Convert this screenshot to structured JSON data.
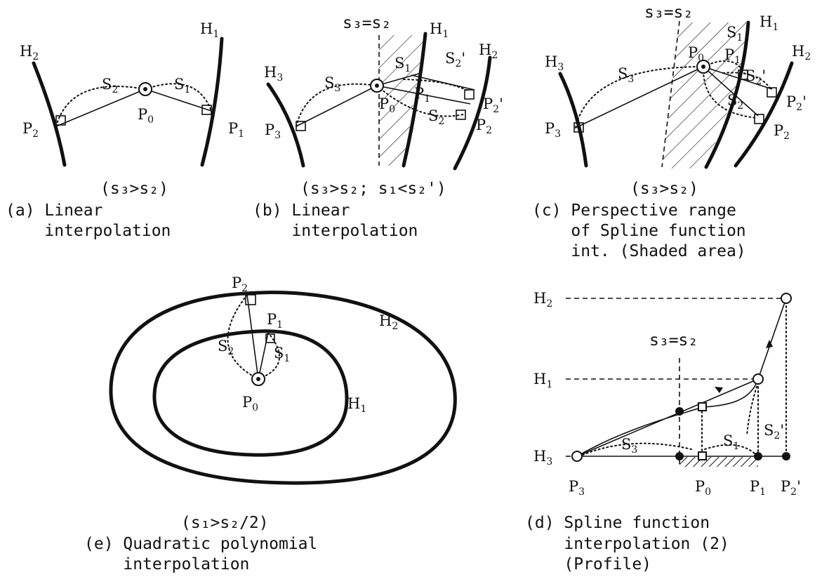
{
  "panel_a": {
    "labels": {
      "h2": "H",
      "h2s": "2",
      "h1": "H",
      "h1s": "1",
      "s2": "S",
      "s2s": "2",
      "s1": "S",
      "s1s": "1",
      "p0": "P",
      "p0s": "0",
      "p2": "P",
      "p2s": "2",
      "p1": "P",
      "p1s": "1"
    },
    "condition": "(s₃>s₂)",
    "caption1": "(a) Linear",
    "caption2": "    interpolation"
  },
  "panel_b": {
    "equality": "s₃=s₂",
    "labels": {
      "h3": "H",
      "h3s": "3",
      "h1": "H",
      "h1s": "1",
      "h2": "H",
      "h2s": "2",
      "s3": "S",
      "s3s": "3",
      "s1": "S",
      "s1s": "1",
      "s2p": "S",
      "s2ps": "2",
      "s2pm": "'",
      "p1": "P",
      "p1s": "1",
      "p0": "P",
      "p0s": "0",
      "s2": "S",
      "s2s": "2",
      "p3": "P",
      "p3s": "3",
      "p2p": "P",
      "p2ps": "2",
      "p2pm": "'",
      "p2": "P",
      "p2s": "2"
    },
    "condition": "(s₃>s₂; s₁<s₂')",
    "caption1": "(b) Linear",
    "caption2": "    interpolation"
  },
  "panel_c": {
    "equality": "s₃=s₂",
    "labels": {
      "h3": "H",
      "h3s": "3",
      "s3": "S",
      "s3s": "3",
      "p0": "P",
      "p0s": "0",
      "s1": "S",
      "s1s": "1",
      "p1": "P",
      "p1s": "1",
      "h1": "H",
      "h1s": "1",
      "h2": "H",
      "h2s": "2",
      "s2p": "S",
      "s2ps": "2",
      "s2pm": "'",
      "s2": "S",
      "s2s": "2",
      "p2p": "P",
      "p2ps": "2",
      "p2pm": "'",
      "p3": "P",
      "p3s": "3",
      "p2": "P",
      "p2s": "2"
    },
    "condition": "(s₃>s₂)",
    "caption1": "(c) Perspective range",
    "caption2": "    of Spline function",
    "caption3": "    int. (Shaded area)"
  },
  "panel_e": {
    "labels": {
      "p2": "P",
      "p2s": "2",
      "p1": "P",
      "p1s": "1",
      "h2": "H",
      "h2s": "2",
      "s2": "S",
      "s2s": "2",
      "s1": "S",
      "s1s": "1",
      "p0": "P",
      "p0s": "0",
      "h1": "H",
      "h1s": "1"
    },
    "condition": "(s₁>s₂/2)",
    "caption1": "(e) Quadratic polynomial",
    "caption2": "    interpolation"
  },
  "panel_d": {
    "equality": "s₃=s₂",
    "labels": {
      "h2": "H",
      "h2s": "2",
      "h1": "H",
      "h1s": "1",
      "h3": "H",
      "h3s": "3",
      "s2p": "S",
      "s2ps": "2",
      "s2pm": "'",
      "s3": "S",
      "s3s": "3",
      "s1": "S",
      "s1s": "1",
      "p3": "P",
      "p3s": "3",
      "p0": "P",
      "p0s": "0",
      "p1": "P",
      "p1s": "1",
      "p2p": "P",
      "p2ps": "2",
      "p2pm": "'"
    },
    "caption1": "(d) Spline function",
    "caption2": "    interpolation (2)",
    "caption3": "    (Profile)"
  }
}
